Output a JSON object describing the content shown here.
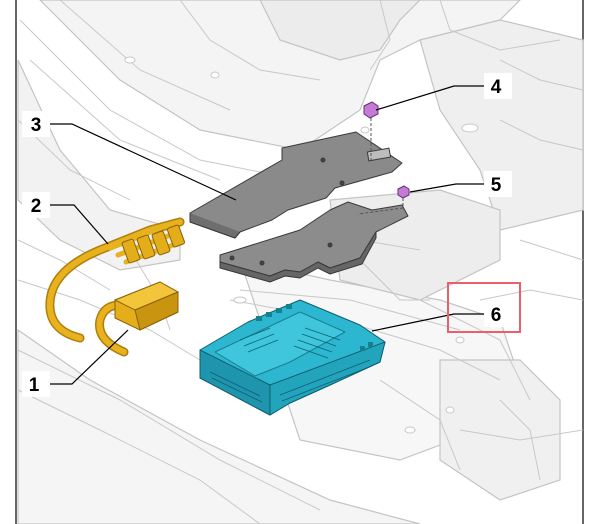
{
  "callouts": [
    {
      "id": "1",
      "label": "1",
      "part": "wiring-harness-connector-a"
    },
    {
      "id": "2",
      "label": "2",
      "part": "wiring-harness-connector-b"
    },
    {
      "id": "3",
      "label": "3",
      "part": "mounting-bracket"
    },
    {
      "id": "4",
      "label": "4",
      "part": "nut-upper"
    },
    {
      "id": "5",
      "label": "5",
      "part": "nut-lower"
    },
    {
      "id": "6",
      "label": "6",
      "part": "control-unit"
    }
  ],
  "highlight": {
    "target": "6",
    "color": "#e8616a"
  },
  "colors": {
    "control_unit": "#2cb6cf",
    "bracket": "#8a8a8a",
    "harness": "#e6b01e",
    "nut": "#c57ad6",
    "background_lines": "#c8c8c8"
  }
}
